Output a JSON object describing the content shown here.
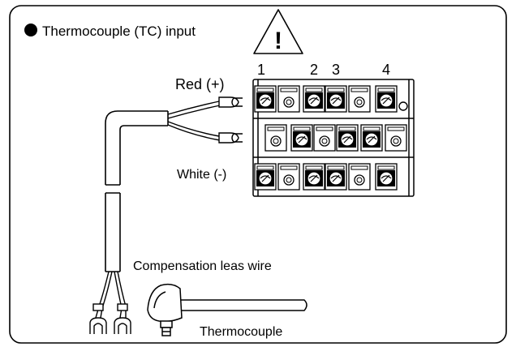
{
  "title": "Thermocouple (TC) input",
  "warning_symbol": "!",
  "terminal_numbers": [
    "1",
    "2",
    "3",
    "4"
  ],
  "labels": {
    "red": "Red (+)",
    "white": "White (-)",
    "lead_wire": "Compensation leas wire",
    "sensor": "Thermocouple"
  },
  "colors": {
    "line": "#000000",
    "terminal_fill": "#ffffff",
    "frame": "#000000"
  }
}
